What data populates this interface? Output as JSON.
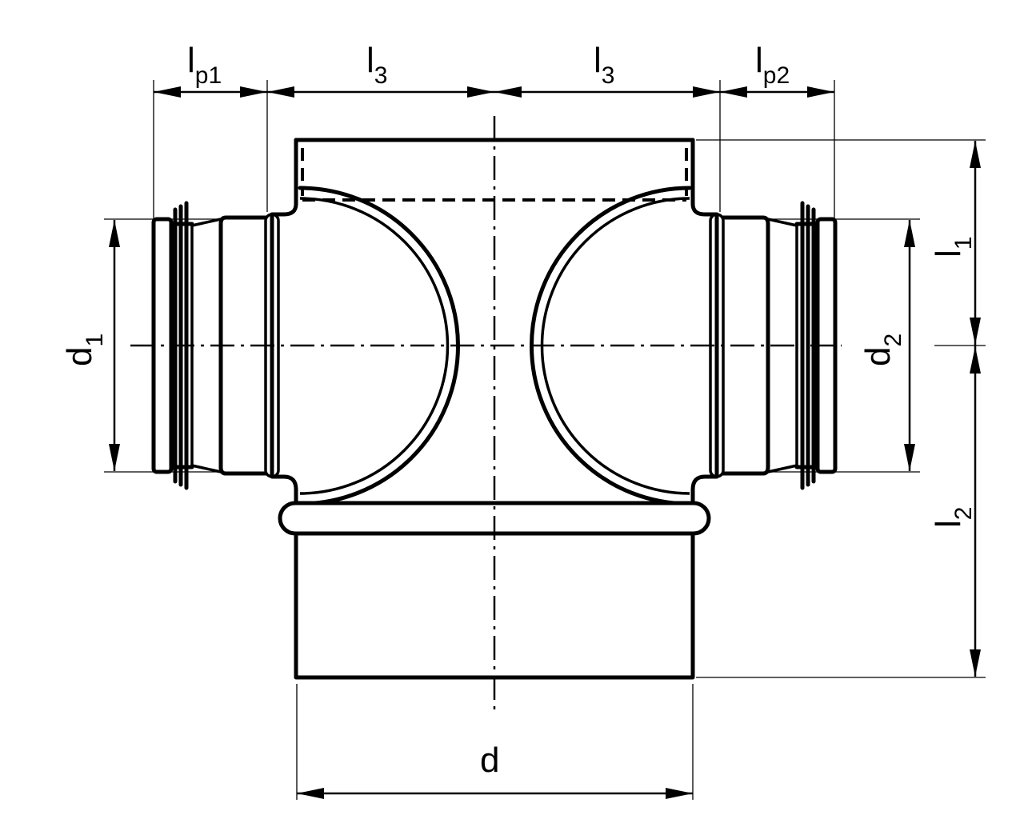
{
  "labels": {
    "lp1": {
      "main": "l",
      "sub": "p1"
    },
    "lp2": {
      "main": "l",
      "sub": "p2"
    },
    "l3_left": {
      "main": "l",
      "sub": "3"
    },
    "l3_right": {
      "main": "l",
      "sub": "3"
    },
    "l1": {
      "main": "l",
      "sub": "1"
    },
    "l2": {
      "main": "l",
      "sub": "2"
    },
    "d1": {
      "main": "d",
      "sub": "1"
    },
    "d2": {
      "main": "d",
      "sub": "2"
    },
    "d": {
      "main": "d"
    }
  }
}
